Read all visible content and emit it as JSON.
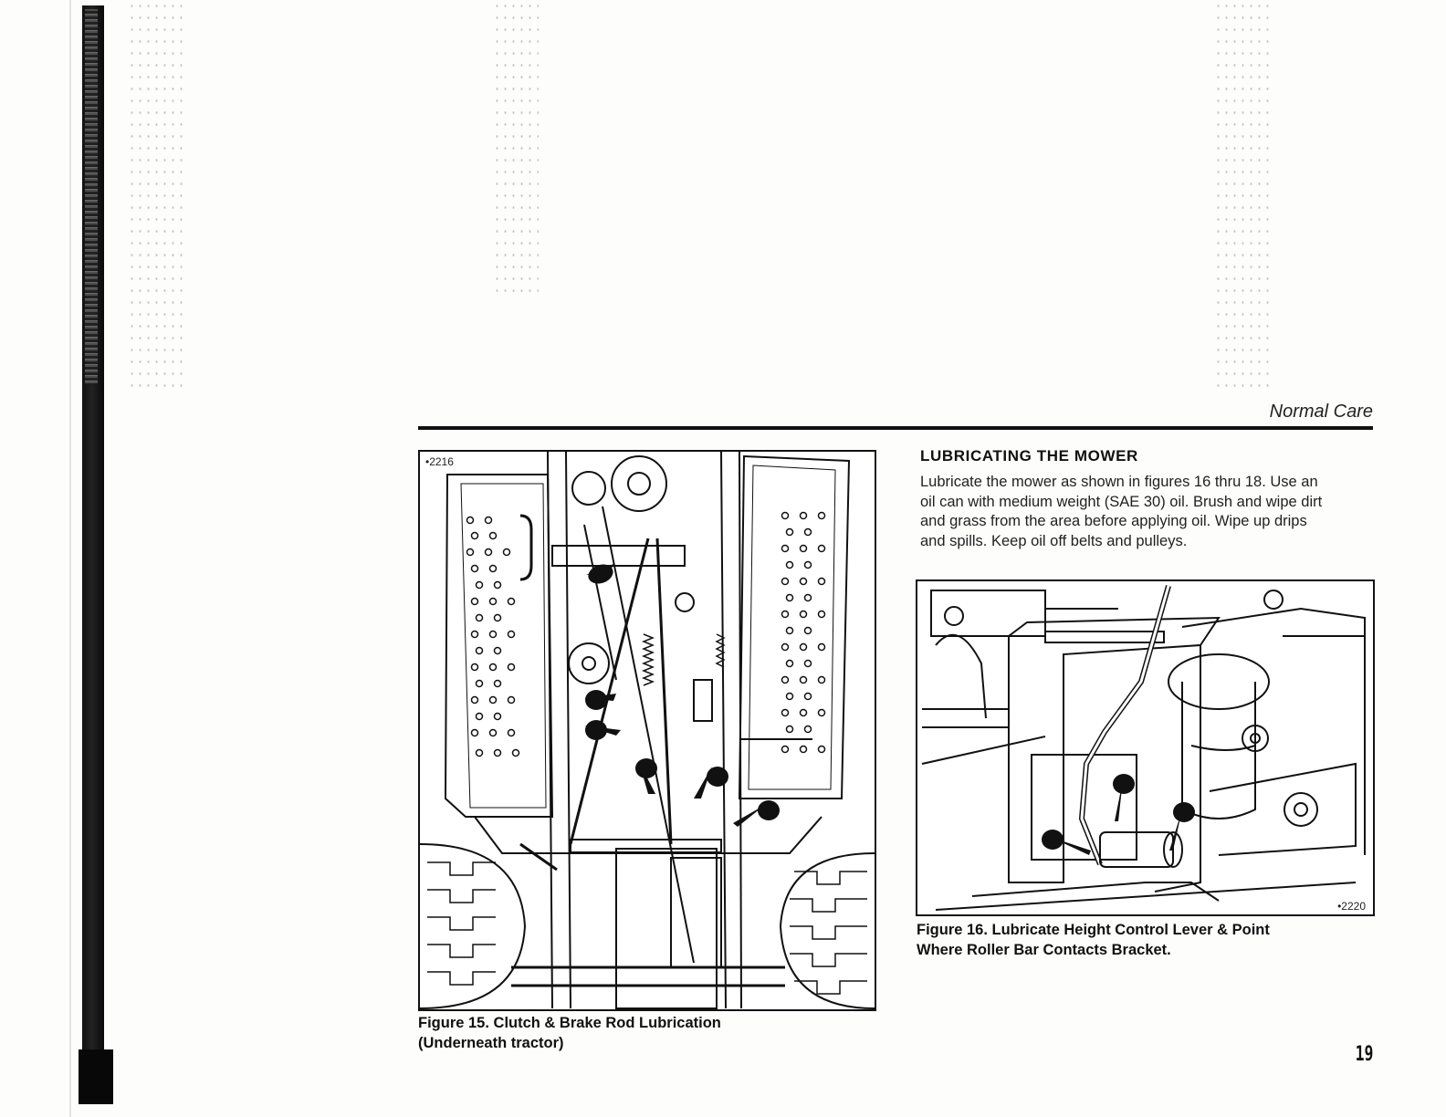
{
  "running_head": "Normal Care",
  "page_number": "19",
  "figure15": {
    "id_label": "•2216",
    "caption_lines": [
      "Figure 15. Clutch & Brake Rod Lubrication",
      "(Underneath tractor)"
    ],
    "illustration": "tractor-underside-line-drawing"
  },
  "section": {
    "heading": "LUBRICATING THE MOWER",
    "body_lines": [
      "Lubricate the mower as shown in figures 16 thru 18. Use an",
      "oil can with medium weight (SAE 30) oil. Brush and wipe dirt",
      "and grass from the area before applying oil. Wipe up drips",
      "and spills. Keep oil off belts and pulleys."
    ]
  },
  "figure16": {
    "id_label": "•2220",
    "caption_lines": [
      "Figure 16. Lubricate Height Control Lever & Point",
      "Where Roller Bar Contacts Bracket."
    ],
    "illustration": "height-control-lever-line-drawing"
  },
  "icons": [
    "oil-drop-icon"
  ]
}
